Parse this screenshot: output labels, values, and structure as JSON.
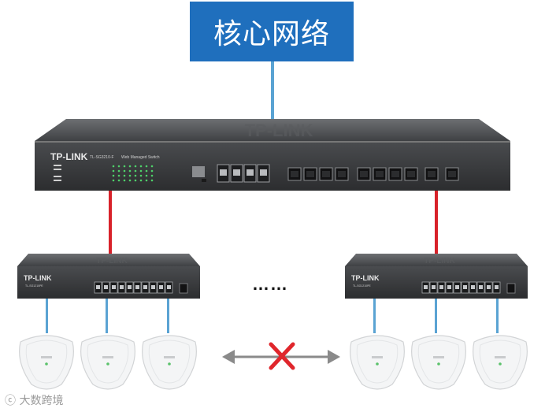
{
  "title": "核心网络",
  "core_switch": {
    "brand": "TP-LINK",
    "model": "TL-SG3210-F",
    "desc": "Web Managed Switch"
  },
  "access_switches": [
    {
      "brand": "TP-LINK",
      "model": "TL-SG1210PE"
    },
    {
      "brand": "TP-LINK",
      "model": "TL-SG1210PE"
    }
  ],
  "ellipsis": "……",
  "watermark": "大数跨境",
  "colors": {
    "title_bg": "#1f6fbd",
    "uplink_blue": "#5aa3d3",
    "downlink_red": "#d8222a",
    "block_cross": "#e0262c",
    "arrow_gray": "#8a8a8a"
  }
}
